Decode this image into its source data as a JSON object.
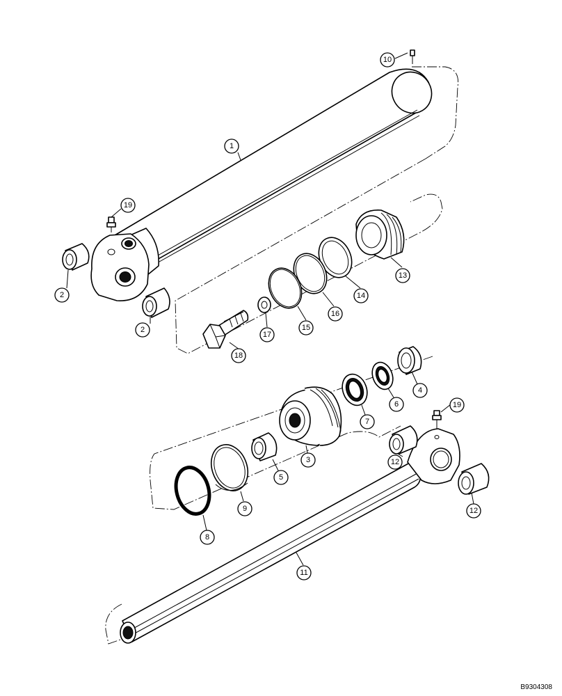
{
  "diagram": {
    "drawing_id": "B9304308",
    "callouts": [
      {
        "id": "c1",
        "label": "1"
      },
      {
        "id": "c2a",
        "label": "2"
      },
      {
        "id": "c2b",
        "label": "2"
      },
      {
        "id": "c3",
        "label": "3"
      },
      {
        "id": "c4",
        "label": "4"
      },
      {
        "id": "c5",
        "label": "5"
      },
      {
        "id": "c6",
        "label": "6"
      },
      {
        "id": "c7",
        "label": "7"
      },
      {
        "id": "c8",
        "label": "8"
      },
      {
        "id": "c9",
        "label": "9"
      },
      {
        "id": "c10",
        "label": "10"
      },
      {
        "id": "c11",
        "label": "11"
      },
      {
        "id": "c12a",
        "label": "12"
      },
      {
        "id": "c12b",
        "label": "12"
      },
      {
        "id": "c13",
        "label": "13"
      },
      {
        "id": "c14",
        "label": "14"
      },
      {
        "id": "c15",
        "label": "15"
      },
      {
        "id": "c16",
        "label": "16"
      },
      {
        "id": "c17",
        "label": "17"
      },
      {
        "id": "c18",
        "label": "18"
      },
      {
        "id": "c19a",
        "label": "19"
      },
      {
        "id": "c19b",
        "label": "19"
      }
    ]
  }
}
